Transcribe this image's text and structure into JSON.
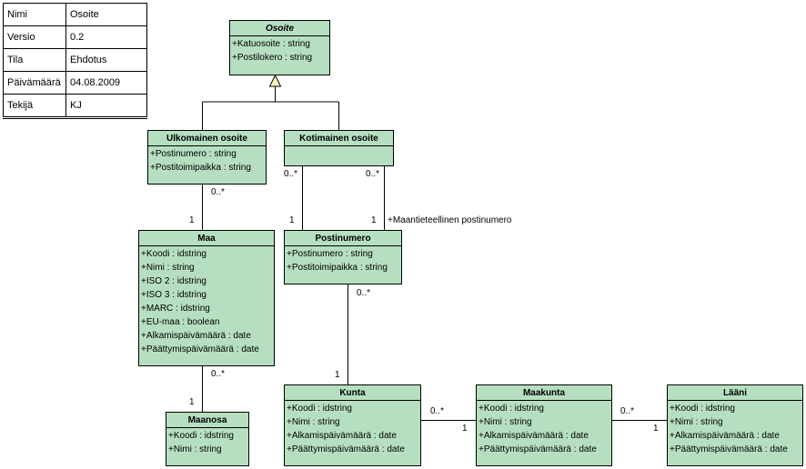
{
  "metadata": [
    {
      "key": "Nimi",
      "value": "Osoite"
    },
    {
      "key": "Versio",
      "value": "0.2"
    },
    {
      "key": "Tila",
      "value": "Ehdotus"
    },
    {
      "key": "Päivämäärä",
      "value": "04.08.2009"
    },
    {
      "key": "Tekijä",
      "value": "KJ"
    }
  ],
  "classes": {
    "osoite": {
      "name": "Osoite",
      "attrs": [
        "+Katuosoite : string",
        "+Postilokero : string"
      ]
    },
    "ulkomainen": {
      "name": "Ulkomainen osoite",
      "attrs": [
        "+Postinumero : string",
        "+Postitoimipaikka : string"
      ]
    },
    "kotimainen": {
      "name": "Kotimainen osoite",
      "attrs": []
    },
    "maa": {
      "name": "Maa",
      "attrs": [
        "+Koodi : idstring",
        "+Nimi : string",
        "+ISO 2 : idstring",
        "+ISO 3 : idstring",
        "+MARC : idstring",
        "+EU-maa : boolean",
        "+Alkamispäivämäärä : date",
        "+Päättymispäivämäärä : date"
      ]
    },
    "postinumero": {
      "name": "Postinumero",
      "attrs": [
        "+Postinumero : string",
        "+Postitoimipaikka : string"
      ]
    },
    "maanosa": {
      "name": "Maanosa",
      "attrs": [
        "+Koodi : idstring",
        "+Nimi : string"
      ]
    },
    "kunta": {
      "name": "Kunta",
      "attrs": [
        "+Koodi : idstring",
        "+Nimi : string",
        "+Alkamispäivämäärä : date",
        "+Päättymispäivämäärä : date"
      ]
    },
    "maakunta": {
      "name": "Maakunta",
      "attrs": [
        "+Koodi : idstring",
        "+Nimi : string",
        "+Alkamispäivämäärä : date",
        "+Päättymispäivämäärä : date"
      ]
    },
    "laani": {
      "name": "Lääni",
      "attrs": [
        "+Koodi : idstring",
        "+Nimi : string",
        "+Alkamispäivämäärä : date",
        "+Päättymispäivämäärä : date"
      ]
    }
  },
  "labels": {
    "ulk_maa_many": "0..*",
    "ulk_maa_one": "1",
    "koti_post_many1": "0..*",
    "koti_post_one1": "1",
    "koti_post_many2": "0..*",
    "koti_post_one2": "1",
    "role_maantieteellinen": "+Maantieteellinen postinumero",
    "post_kunta_many": "0..*",
    "post_kunta_one": "1",
    "maa_maanosa_many": "0..*",
    "maa_maanosa_one": "1",
    "kunta_maakunta_many": "0..*",
    "kunta_maakunta_one": "1",
    "maakunta_laani_many": "0..*",
    "maakunta_laani_one": "1"
  }
}
